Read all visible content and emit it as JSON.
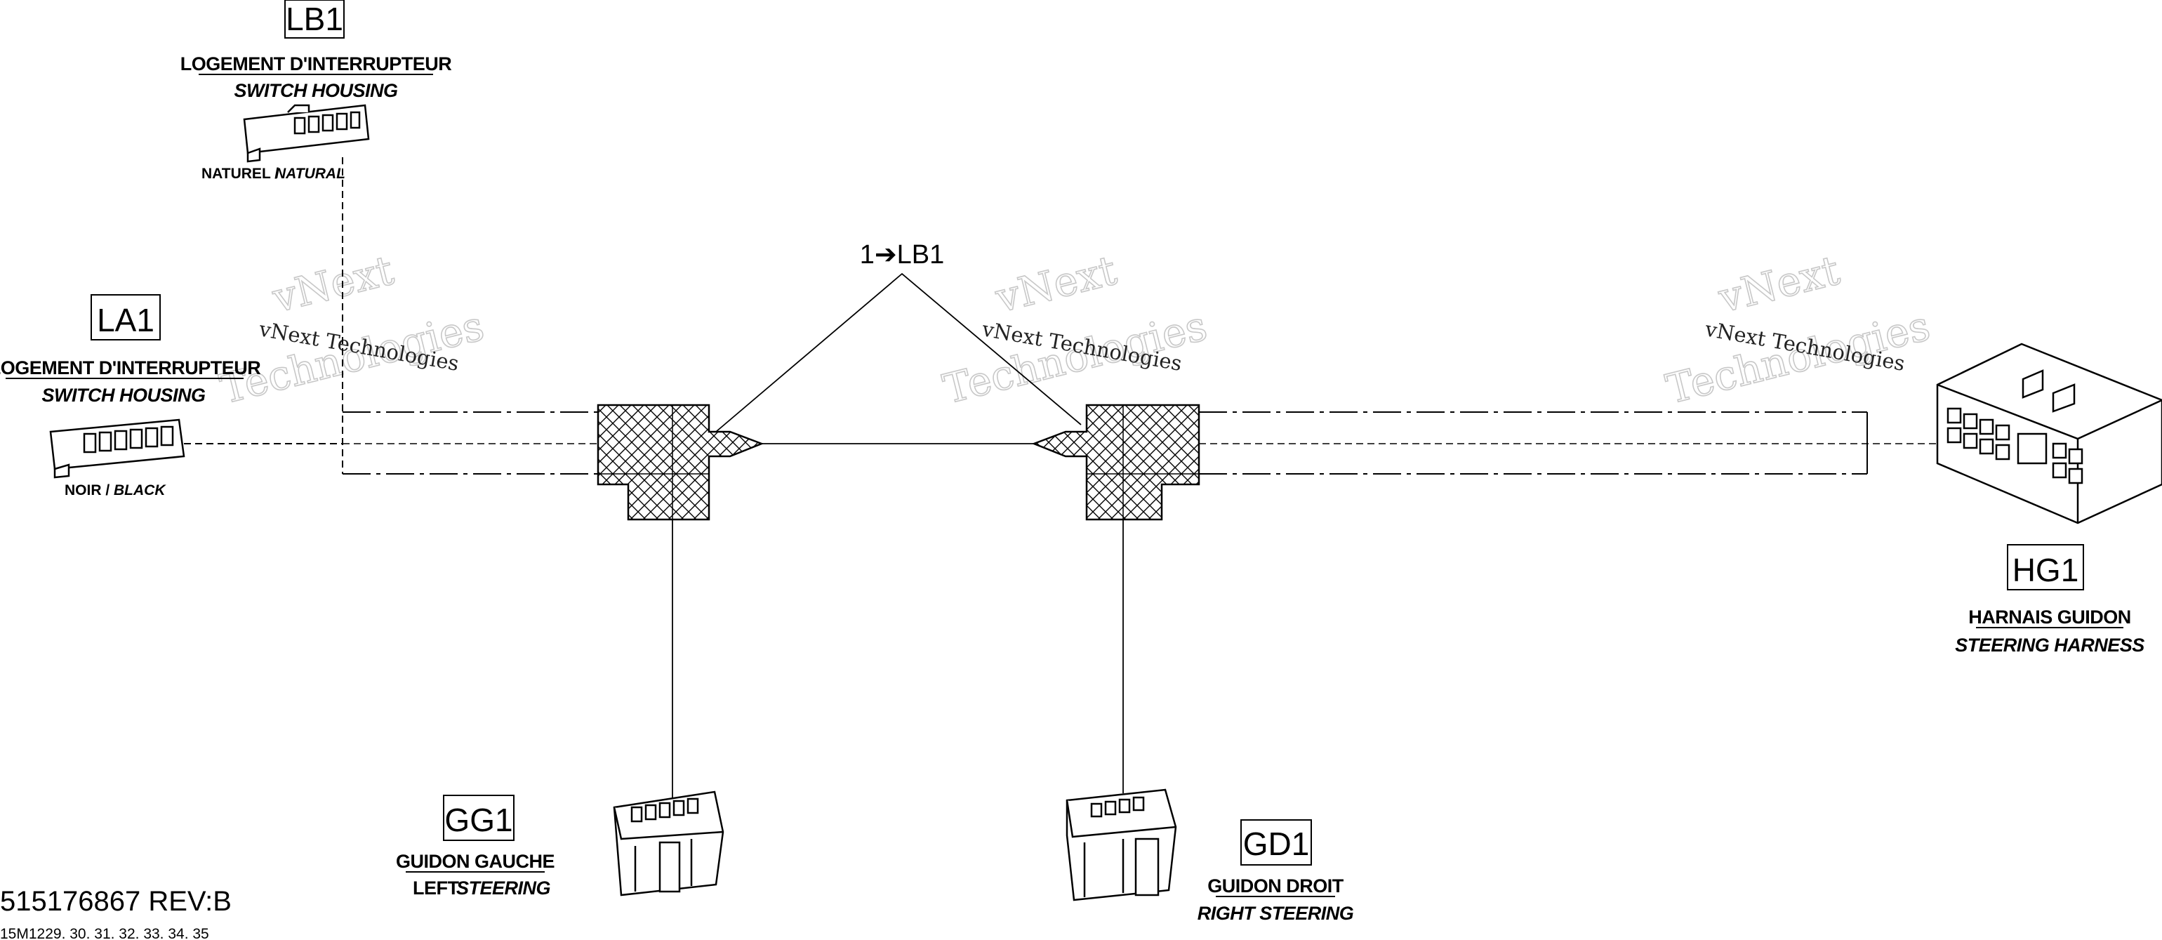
{
  "labels": {
    "lb1": {
      "code": "LB1",
      "title": "LOGEMENT D'INTERRUPTEUR",
      "subtitle": "SWITCH HOUSING",
      "color_fr": "NATUREL /",
      "color_en": "NATURAL"
    },
    "la1": {
      "code": "LA1",
      "title": "LOGEMENT D'INTERRUPTEUR",
      "subtitle": "SWITCH HOUSING",
      "color_fr": "NOIR /",
      "color_en": "BLACK"
    },
    "hg1": {
      "code": "HG1",
      "title": "HARNAIS GUIDON",
      "subtitle": "STEERING HARNESS"
    },
    "gg1": {
      "code": "GG1",
      "title": "GUIDON GAUCHE",
      "subtitle_plain": "LEFT",
      "subtitle_italic": "STEERING"
    },
    "gd1": {
      "code": "GD1",
      "title": "GUIDON DROIT",
      "subtitle": "RIGHT STEERING"
    }
  },
  "callout": "1➔LB1",
  "watermark": {
    "line1": "vNext Technologies",
    "line2": "Technologies",
    "line3": "vNext"
  },
  "footer": {
    "part_number": "515176867 REV:B",
    "models": "15M1229. 30. 31. 32. 33. 34. 35"
  }
}
